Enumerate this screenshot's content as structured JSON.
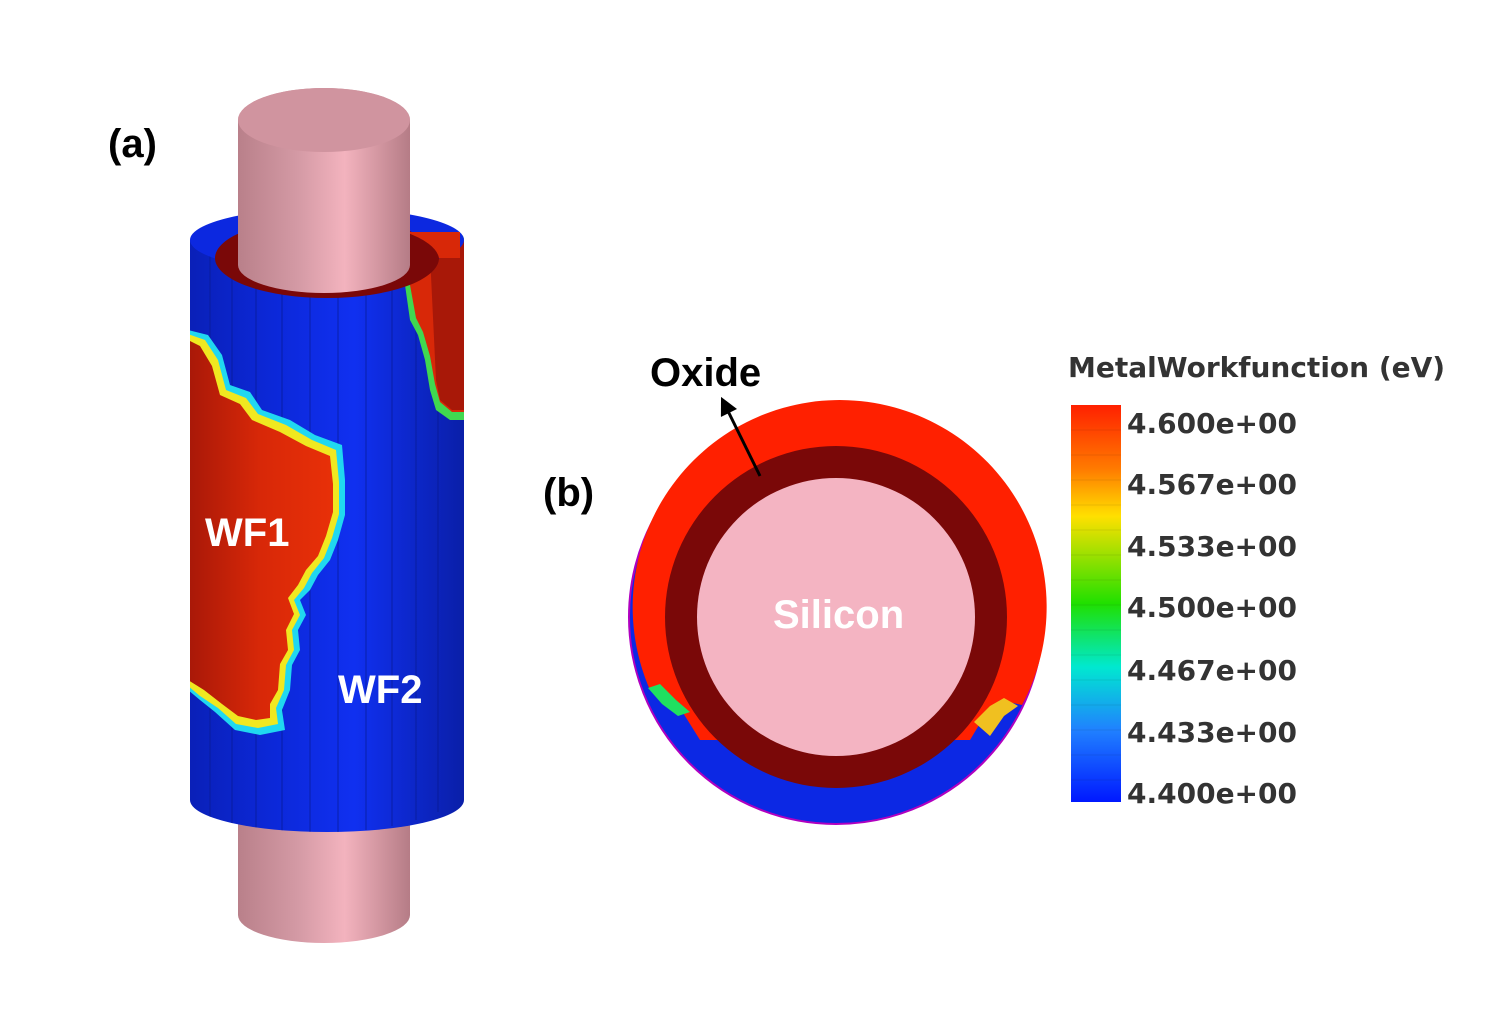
{
  "panel_a": {
    "label": "(a)",
    "region_labels": {
      "wf1": "WF1",
      "wf2": "WF2"
    }
  },
  "panel_b": {
    "label": "(b)",
    "oxide_label": "Oxide",
    "silicon_label": "Silicon"
  },
  "legend": {
    "title": "MetalWorkfunction (eV)",
    "ticks": [
      "4.600e+00",
      "4.567e+00",
      "4.533e+00",
      "4.500e+00",
      "4.467e+00",
      "4.433e+00",
      "4.400e+00"
    ]
  },
  "colors": {
    "silicon": "#f1a9b8",
    "oxide": "#7a0808",
    "wf1_high": "#e02808",
    "wf2_low": "#0c28e4"
  }
}
